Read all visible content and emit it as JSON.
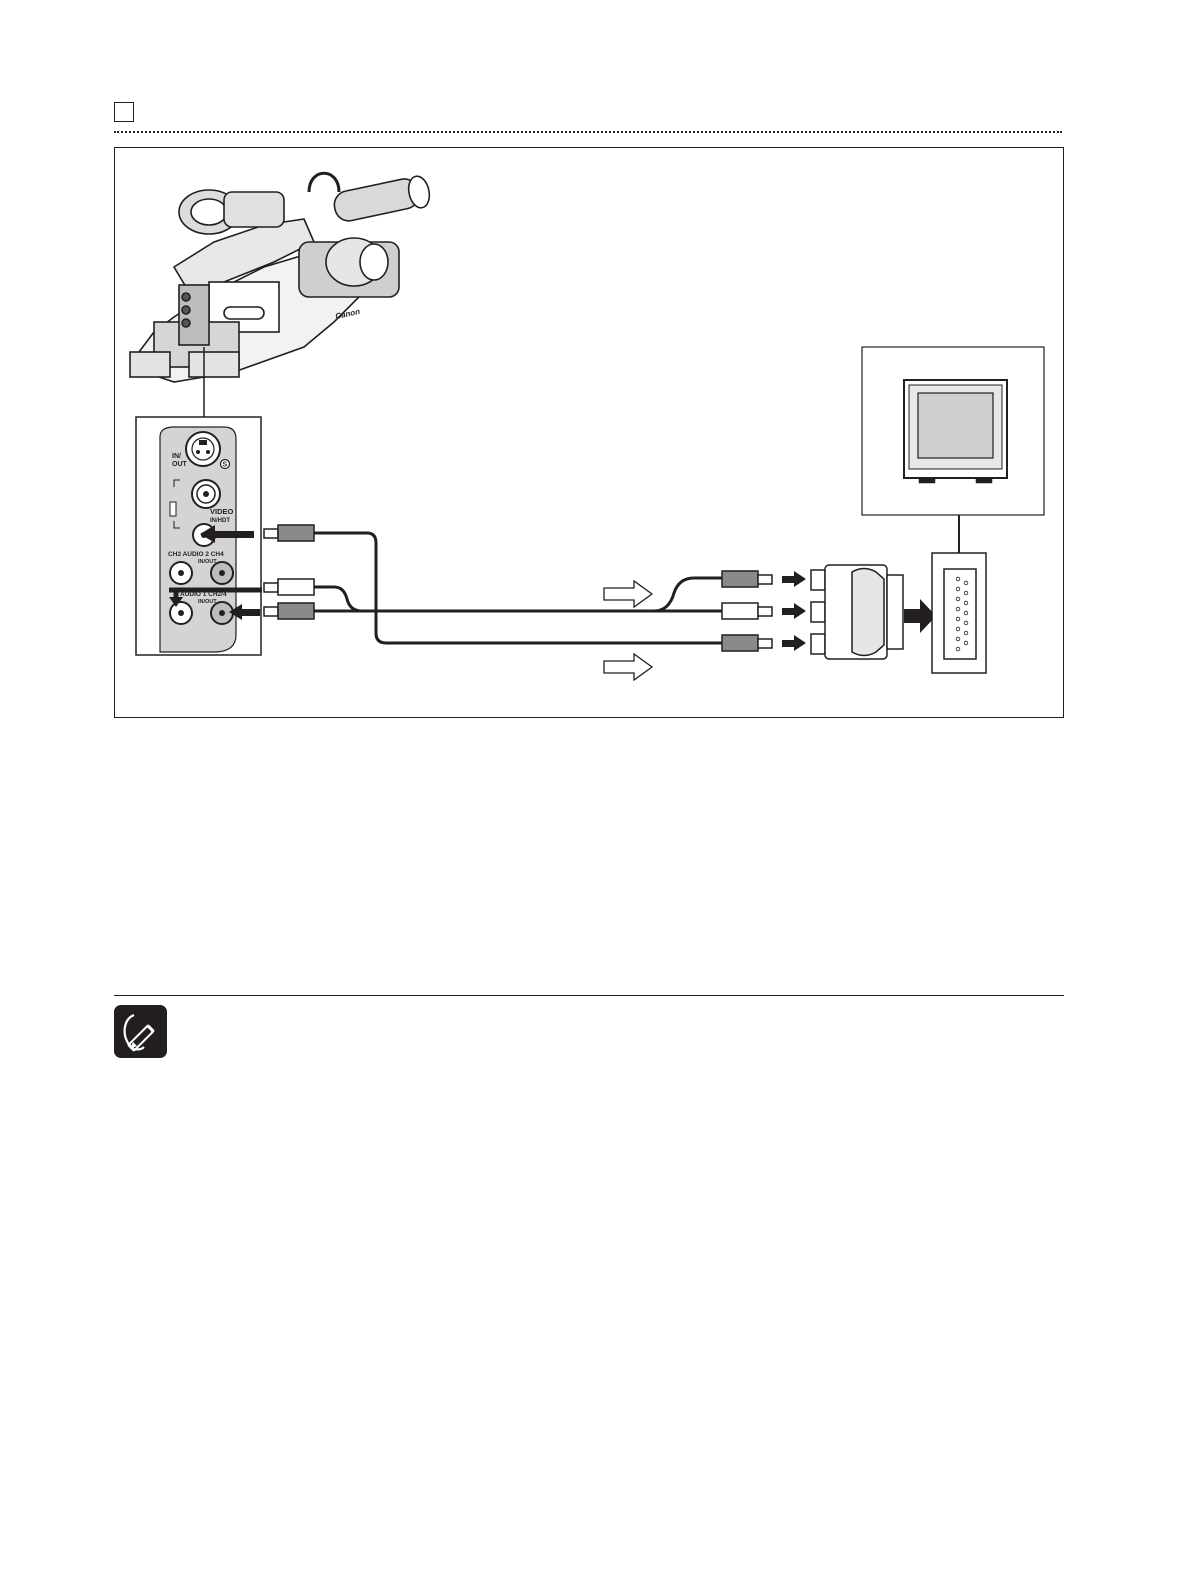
{
  "colors": {
    "ink": "#231f20",
    "grey": "#8a8a8a",
    "screen": "#cfcfcf",
    "paper": "#ffffff"
  },
  "figure": {
    "brand": "Canon",
    "panel_labels": {
      "svideo": "IN/\nOUT",
      "video": "VIDEO",
      "video_sub": "IN/HDT",
      "audio2": "CH3 AUDIO 2 CH4",
      "audio2_sub": "IN/OUT",
      "audio1": "AUDIO 1 CH2/4",
      "audio1_sub": "IN/OUT",
      "s_mark": "S"
    }
  },
  "icons": {
    "camera": "camcorder-illustration",
    "tv": "television-icon",
    "adapter": "scart-adapter-icon",
    "scart": "scart-connector-icon",
    "note": "pencil-note-icon"
  }
}
